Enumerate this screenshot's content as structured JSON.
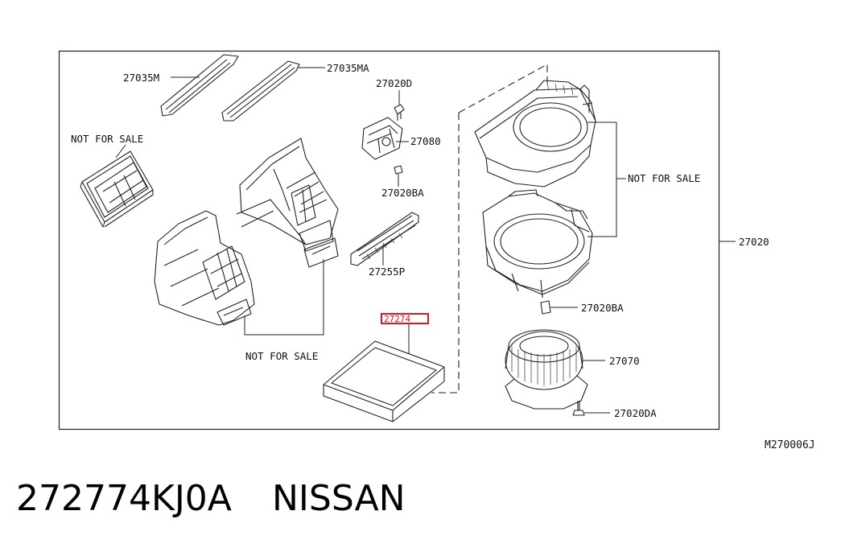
{
  "diagram": {
    "labels": {
      "l27035M": "27035M",
      "l27035MA": "27035MA",
      "l27020D": "27020D",
      "l27080": "27080",
      "l27020BA_top": "27020BA",
      "l27255P": "27255P",
      "lNFS_left": "NOT FOR SALE",
      "lNFS_right": "NOT FOR SALE",
      "lNFS_bottom": "NOT FOR SALE",
      "l27020": "27020",
      "l27020BA_right": "27020BA",
      "l27070": "27070",
      "l27020DA": "27020DA",
      "l27274": "27274",
      "lRef": "M270006J"
    },
    "highlight_color": "#e8141c"
  },
  "caption": {
    "part_number": "272774KJ0A",
    "brand": "NISSAN"
  }
}
